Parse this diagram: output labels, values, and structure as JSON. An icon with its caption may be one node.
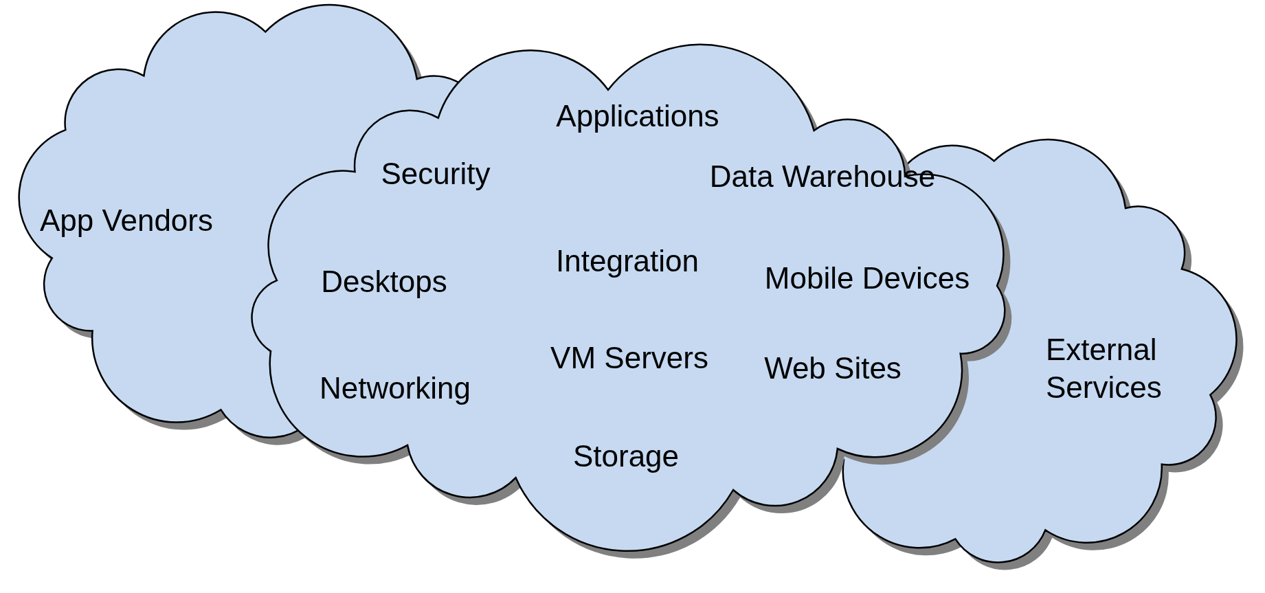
{
  "diagram": {
    "nodes": [
      {
        "text": [
          "App Vendors"
        ]
      },
      {
        "text": [
          "Applications",
          "Security",
          "Data Warehouse",
          "Integration",
          "Desktops",
          "Mobile Devices",
          "VM Servers",
          "Web Sites",
          "Networking",
          "Storage"
        ]
      },
      {
        "text": [
          "External Services"
        ]
      }
    ]
  }
}
